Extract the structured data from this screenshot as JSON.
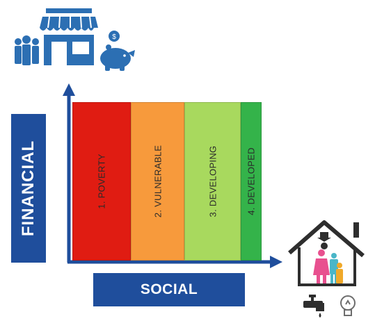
{
  "bands": [
    {
      "label": "1. POVERTY",
      "color": "#e01c12"
    },
    {
      "label": "2. VULNERABLE",
      "color": "#f79a3c"
    },
    {
      "label": "3. DEVELOPING",
      "color": "#a8d95e"
    },
    {
      "label": "4. DEVELOPED",
      "color": "#34b34a"
    }
  ],
  "axes": {
    "y_label": "FINANCIAL",
    "x_label": "SOCIAL"
  },
  "icons": [
    "people-group-icon",
    "storefront-icon",
    "piggy-bank-icon",
    "house-family-icon",
    "water-tap-icon",
    "light-bulb-icon"
  ],
  "colors": {
    "axis_blue": "#1f4e9c",
    "icon_blue": "#2c6fb3",
    "icon_dark": "#2e2e2e"
  }
}
